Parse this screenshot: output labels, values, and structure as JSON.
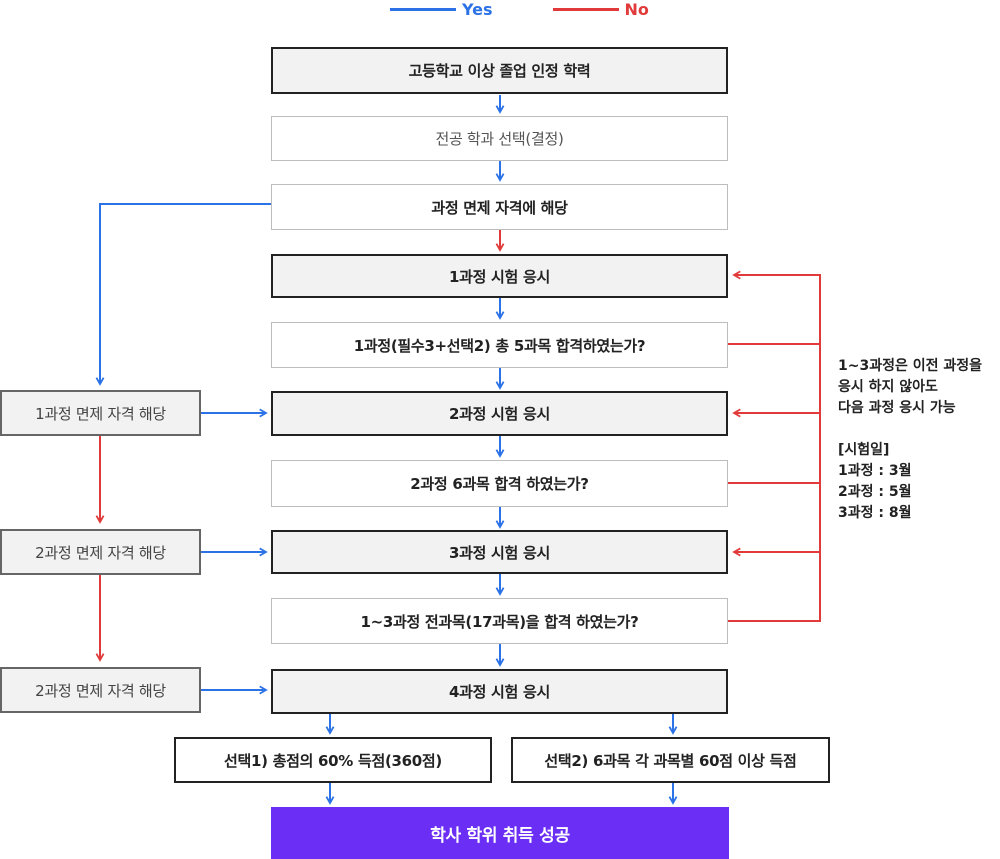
{
  "legend": {
    "yes_label": "Yes",
    "no_label": "No",
    "yes_color": "#2b72e6",
    "no_color": "#e03a3a"
  },
  "nodes": {
    "hs_grad": "고등학교 이상 졸업 인정 학력",
    "major_select": "전공 학과 선택(결정)",
    "exemption_check": "과정 면제 자격에 해당",
    "exam_1": "1과정 시험 응시",
    "q1": "1과정(필수3+선택2) 총 5과목 합격하였는가?",
    "exam_2": "2과정 시험 응시",
    "q2": "2과정 6과목 합격 하였는가?",
    "exam_3": "3과정 시험 응시",
    "q3": "1~3과정 전과목(17과목)을 합격 하였는가?",
    "exam_4": "4과정 시험 응시",
    "option_1": "선택1) 총점의 60% 득점(360점)",
    "option_2": "선택2) 6과목 각 과목별 60점 이상 득점",
    "success": "학사 학위 취득 성공"
  },
  "side": {
    "exempt_1": "1과정 면제 자격 해당",
    "exempt_2": "2과정 면제 자격 해당",
    "exempt_3": "2과정 면제 자격 해당"
  },
  "note": {
    "lines": [
      "1~3과정은 이전 과정을",
      "응시 하지 않아도",
      "다음 과정 응시 가능"
    ],
    "schedule_title": "[시험일]",
    "schedule": [
      "1과정 : 3월",
      "2과정 : 5월",
      "3과정 : 8월"
    ]
  }
}
